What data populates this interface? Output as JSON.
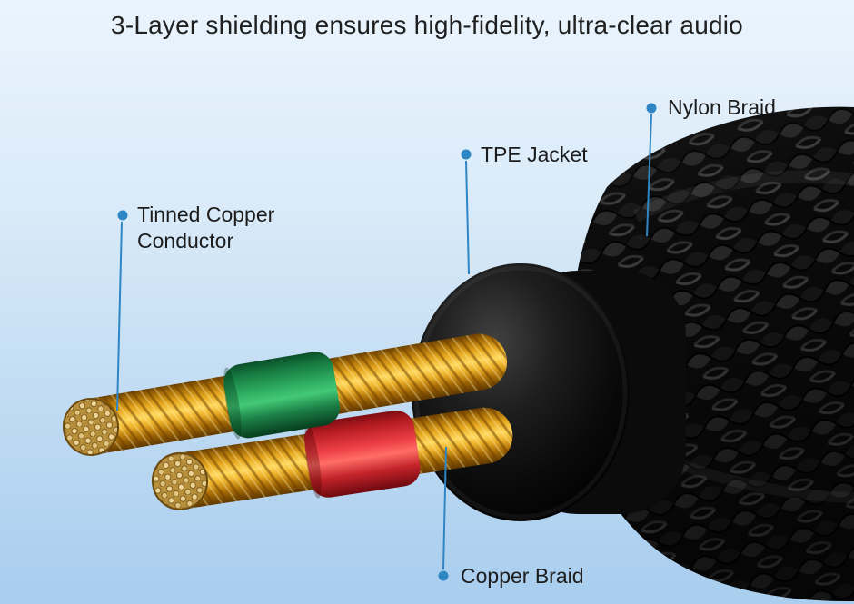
{
  "title": "3-Layer shielding ensures high-fidelity, ultra-clear audio",
  "callouts": {
    "nylon_braid": {
      "label": "Nylon Braid"
    },
    "tpe_jacket": {
      "label": "TPE Jacket"
    },
    "tinned_copper_conductor": {
      "label": "Tinned Copper Conductor"
    },
    "copper_braid": {
      "label": "Copper Braid"
    }
  },
  "colors": {
    "callout_blue": "#2e86c4",
    "copper_gold": "#e8a821",
    "insulation_green": "#2fae62",
    "insulation_red": "#ee4047",
    "jacket_black": "#0b0b0b",
    "braid_black": "#121212",
    "background_top": "#eaf4fd",
    "background_bottom": "#a8cdee"
  }
}
